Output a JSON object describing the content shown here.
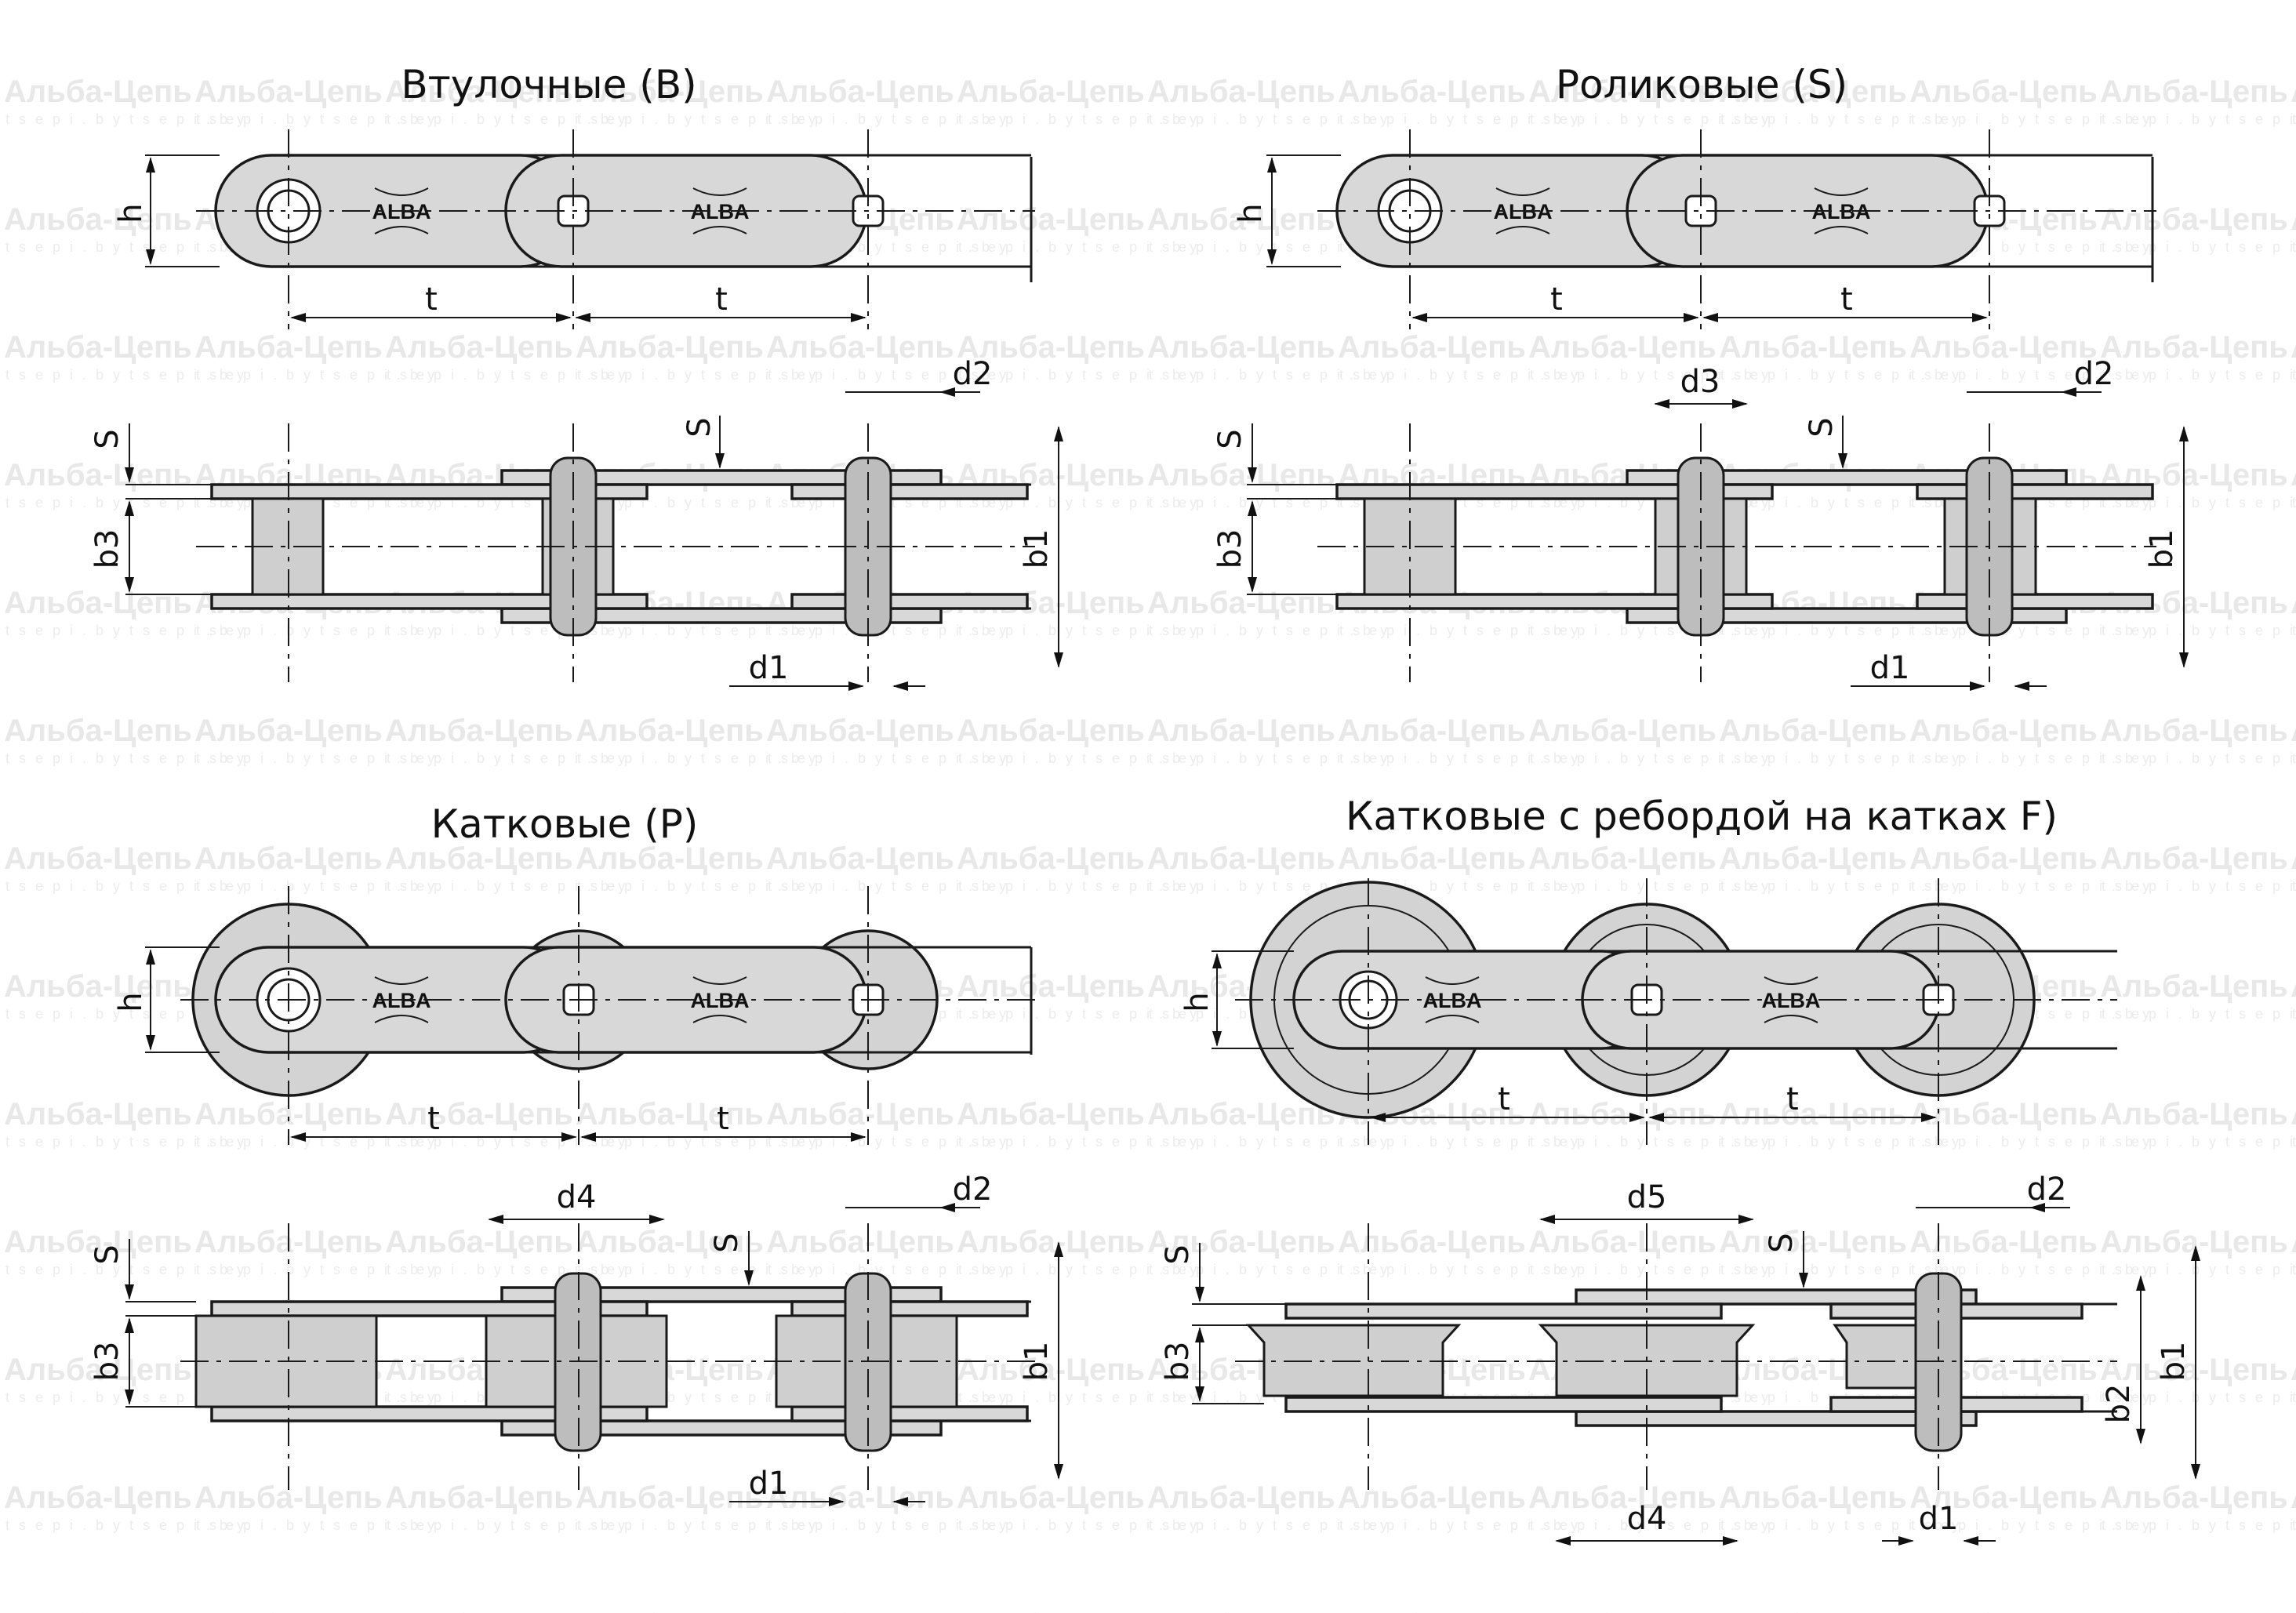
{
  "watermark": {
    "brand": "Альба-Цепь",
    "site": "tsepi.bytsepi.by"
  },
  "logo": "ALBA",
  "panels": {
    "bushing": {
      "title": "Втулочные (В)",
      "dims": {
        "h": "h",
        "t": "t",
        "s": "S",
        "b3": "b3",
        "b1": "b1",
        "d1": "d1",
        "d2": "d2"
      }
    },
    "roller": {
      "title": "Роликовые (S)",
      "dims": {
        "h": "h",
        "t": "t",
        "s": "S",
        "b3": "b3",
        "b1": "b1",
        "d1": "d1",
        "d2": "d2",
        "d3": "d3"
      }
    },
    "wheel": {
      "title": "Катковые (Р)",
      "dims": {
        "h": "h",
        "t": "t",
        "s": "S",
        "b3": "b3",
        "b1": "b1",
        "d1": "d1",
        "d2": "d2",
        "d4": "d4"
      }
    },
    "flanged": {
      "title": "Катковые с ребордой на катках F)",
      "dims": {
        "h": "h",
        "t": "t",
        "s": "S",
        "b3": "b3",
        "b1": "b1",
        "b2": "b2",
        "d1": "d1",
        "d2": "d2",
        "d4": "d4",
        "d5": "d5"
      }
    }
  }
}
